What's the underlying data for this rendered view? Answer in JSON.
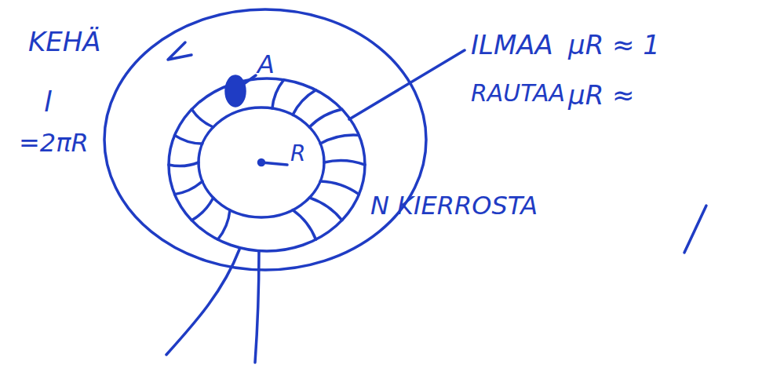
{
  "diagram": {
    "labels": [
      "KEHÄ",
      "l",
      "=2πR",
      "A",
      "R",
      "ILMAA",
      "μR ≈ 1",
      "RAUTAA",
      "μR ≈",
      "N KIERROSTA"
    ]
  }
}
